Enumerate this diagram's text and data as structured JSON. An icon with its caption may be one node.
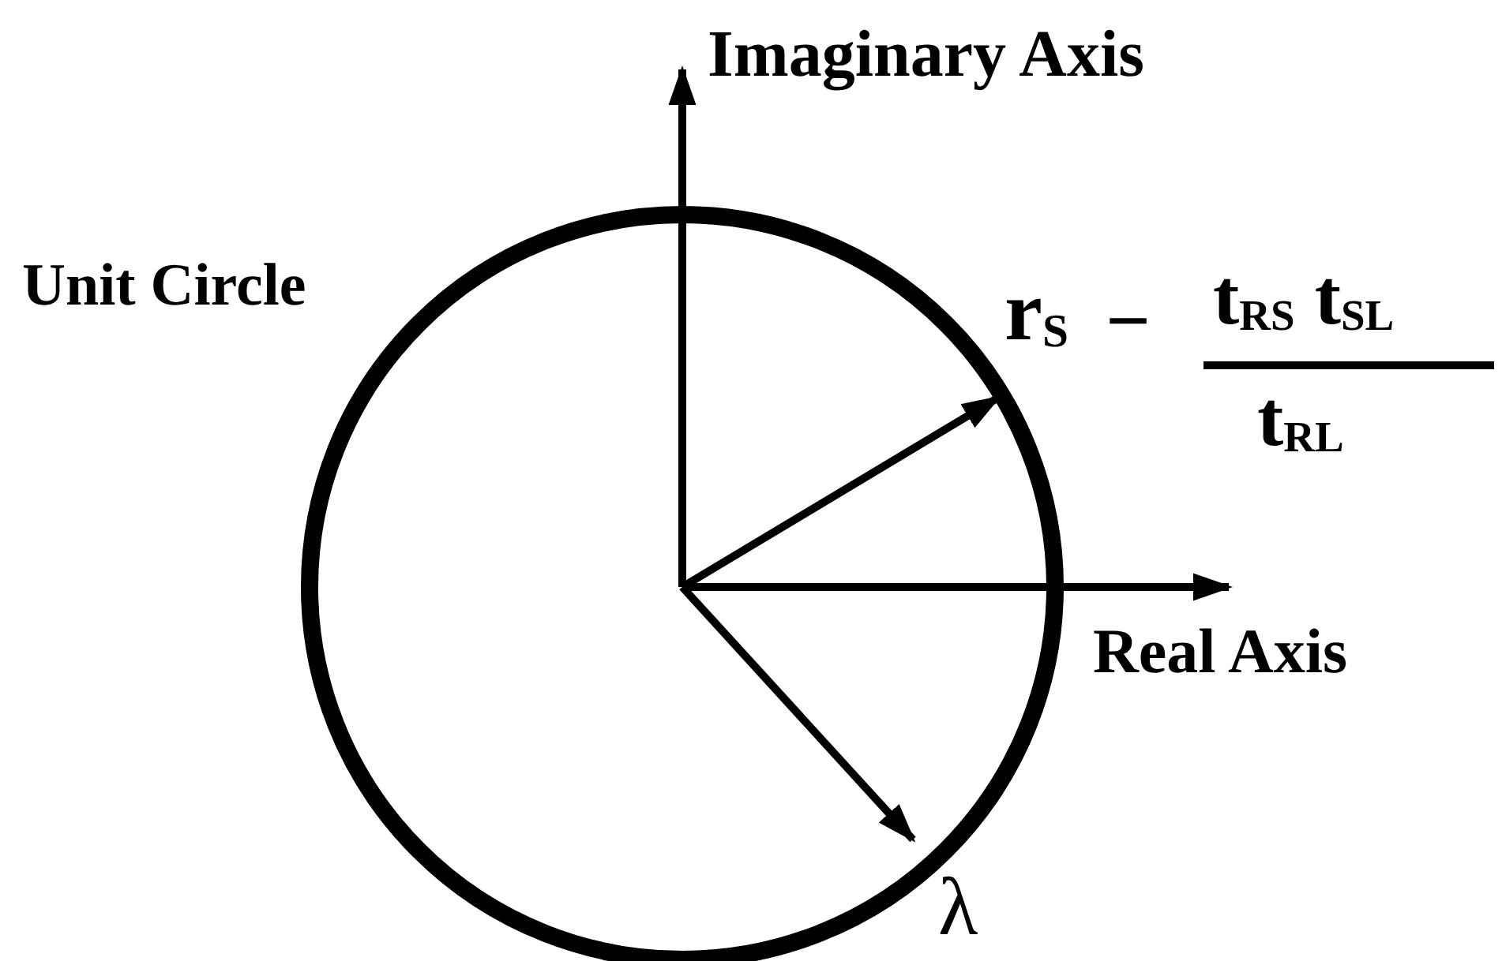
{
  "diagram": {
    "labels": [
      "Imaginary Axis",
      "Unit Circle",
      "r$_{S}$",
      "−",
      "t$_{RS}$ t$_{SL}$",
      "t$_{RL}$",
      "Real Axis",
      "λ"
    ]
  }
}
